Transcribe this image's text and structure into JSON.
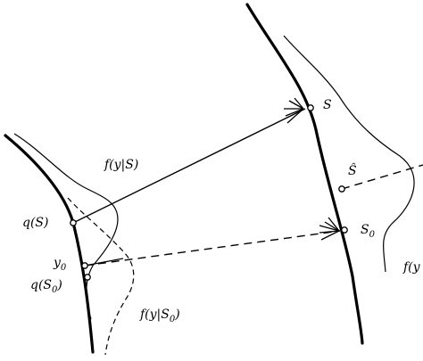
{
  "figure": {
    "labels": {
      "S": "S",
      "S_hat": "Ŝ",
      "S0_base": "S",
      "S0_sub": "0",
      "q_S": "q(S)",
      "y0_base": "y",
      "y0_sub": "0",
      "q_S0_open": "q(S",
      "q_S0_sub": "0",
      "q_S0_close": ")",
      "f_y_given_S": "f(y|S)",
      "f_y_given_S0_open": "f(y|S",
      "f_y_given_S0_sub": "0",
      "f_y_given_S0_close": ")",
      "f_y_right_clipped": "f(y"
    },
    "colors": {
      "ink": "#000000",
      "background": "#ffffff"
    }
  }
}
